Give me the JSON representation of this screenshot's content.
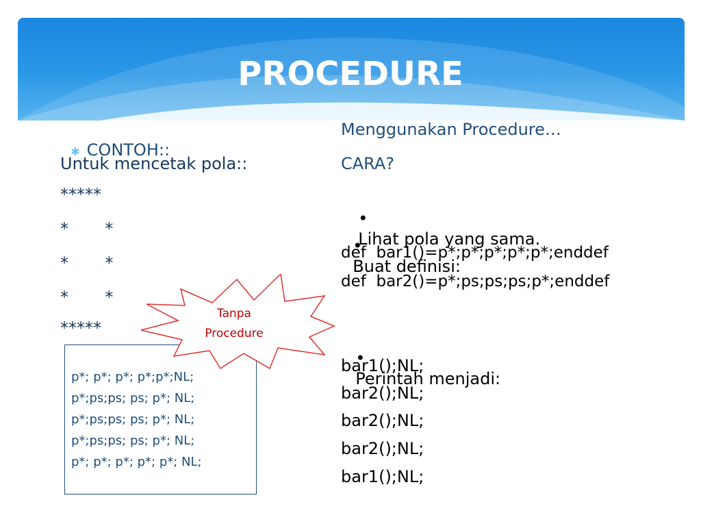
{
  "title": "PROCEDURE",
  "left": {
    "contoh_label": "CONTOH::",
    "intro": "Untuk mencetak pola::",
    "pattern": [
      "*****",
      "*       *",
      "*       *",
      "*       *",
      "*****"
    ]
  },
  "box_lines": [
    "p*; p*; p*; p*;p*;NL;",
    "p*;ps;ps; ps; p*; NL;",
    "p*;ps;ps; ps; p*; NL;",
    "p*;ps;ps; ps; p*; NL;",
    "p*; p*; p*; p*; p*; NL;"
  ],
  "callout": {
    "line1": "Tanpa",
    "line2": "Procedure"
  },
  "right": {
    "heading": "Menggunakan Procedure…",
    "cara": "CARA?",
    "bullet1": "Lihat pola yang sama.",
    "bullet2": "Buat definisi:",
    "def1": "def  bar1()=p*;p*;p*;p*;p*;enddef",
    "def2": "def  bar2()=p*;ps;ps;ps;p*;enddef",
    "bullet3": "Perintah menjadi:",
    "commands": [
      "bar1();NL;",
      "bar2();NL;",
      "bar2();NL;",
      "bar2();NL;",
      "bar1();NL;"
    ]
  },
  "colors": {
    "header_blue": "#1c87df",
    "text_blue": "#1f4e79",
    "callout_red": "#e03030",
    "bullet_star": "#6dc3f2"
  }
}
